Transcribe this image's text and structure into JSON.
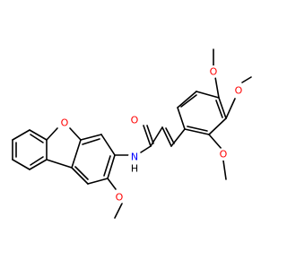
{
  "colors": {
    "bond": "#000000",
    "oxygen": "#ff0000",
    "nitrogen": "#0000ff",
    "hydrogen": "#000000",
    "background": "#ffffff"
  },
  "atoms": {
    "ring_o": "O",
    "carbonyl_o": "O",
    "amide_n": "N",
    "amide_h": "H",
    "methoxy_o_left": "O",
    "methoxy_o_top": "O",
    "methoxy_o_right": "O",
    "methoxy_o_bottom": "O"
  }
}
